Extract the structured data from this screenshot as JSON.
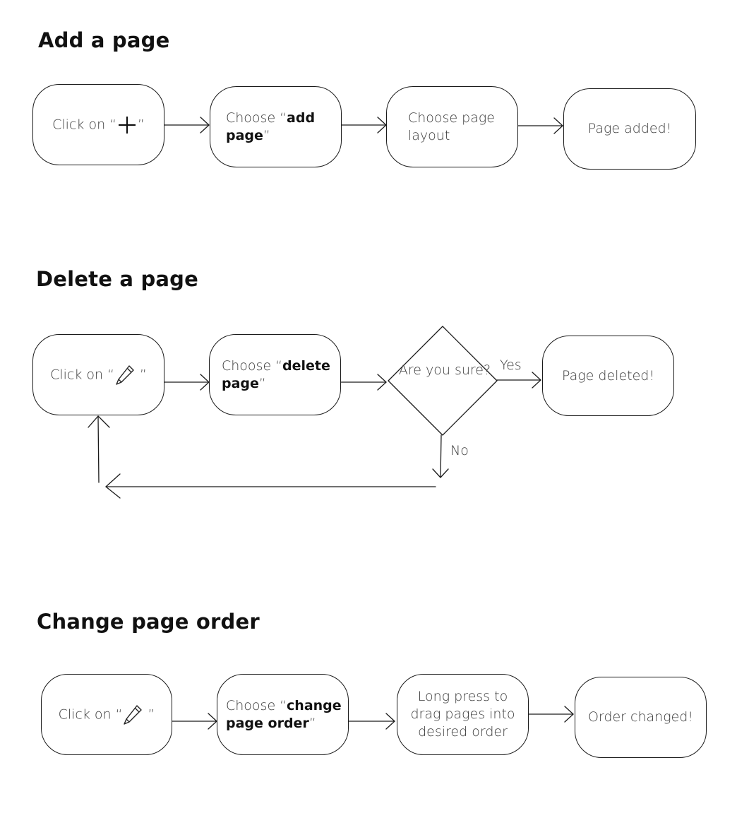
{
  "sections": {
    "add": {
      "title": "Add a page",
      "step1": {
        "prefix": "Click on “",
        "suffix": "”",
        "icon": "plus-icon"
      },
      "step2": {
        "prefix": "Choose “",
        "bold": "add page",
        "suffix": "”"
      },
      "step3": {
        "text": "Choose page layout"
      },
      "step4": {
        "text": "Page added!"
      }
    },
    "delete": {
      "title": "Delete a page",
      "step1": {
        "prefix": "Click on “",
        "suffix": " ”",
        "icon": "pencil-icon"
      },
      "step2": {
        "prefix": "Choose “",
        "bold": "delete page",
        "suffix": "”"
      },
      "decision": {
        "text": "Are you sure?"
      },
      "yes_label": "Yes",
      "no_label": "No",
      "step4": {
        "text": "Page deleted!"
      }
    },
    "order": {
      "title": "Change page order",
      "step1": {
        "prefix": "Click on “",
        "suffix": " ”",
        "icon": "pencil-icon"
      },
      "step2": {
        "prefix": "Choose “",
        "bold": "change page order",
        "suffix": "”"
      },
      "step3": {
        "text": "Long press to drag pages into desired order"
      },
      "step4": {
        "text": "Order changed!"
      }
    }
  },
  "colors": {
    "stroke": "#1a1a1a",
    "text": "#3a3a3a",
    "heading": "#111111"
  }
}
